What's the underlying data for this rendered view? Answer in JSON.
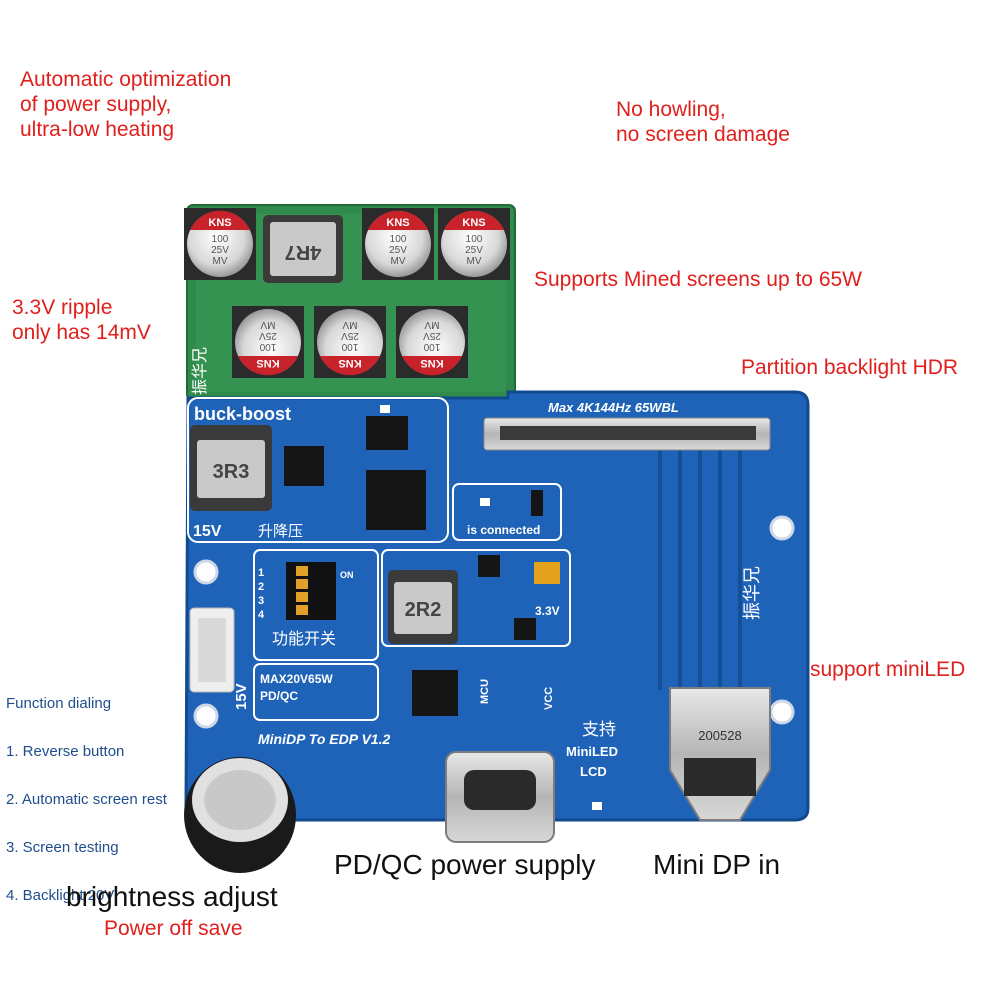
{
  "captions": {
    "auto_opt": "Automatic optimization\nof power supply,\nultra-low heating",
    "no_howling": "No howling,\nno screen damage",
    "supports_65w": "Supports Mined screens up to 65W",
    "ripple": "3.3V ripple\nonly has 14mV",
    "hdr": "Partition backlight HDR",
    "miniled": "support miniLED",
    "function_title": "Function dialing",
    "functions": [
      "1. Reverse button",
      "2. Automatic screen rest",
      "3. Screen testing",
      "4. Backlight 20V"
    ],
    "pd_qc": "PD/QC power supply",
    "mini_dp": "Mini DP in",
    "brightness": "brightness adjust",
    "power_off": "Power off save"
  },
  "board": {
    "buck_boost": "buck-boost",
    "inductor_1": "3R3",
    "v15_a": "15V",
    "sheng_jiang_ya": "升降压",
    "max_spec": "Max 4K144Hz 65WBL",
    "is_connected": "is connected",
    "dip_numbers": [
      "1",
      "2",
      "3",
      "4"
    ],
    "dip_on": "ON",
    "inductor_2": "2R2",
    "v33": "3.3V",
    "function_switch": "功能开关",
    "max20v": "MAX20V65W",
    "pd_qc": "PD/QC",
    "mcu": "MCU",
    "vcc": "VCC",
    "v15_b": "15V",
    "model": "MiniDP To EDP V1.2",
    "zhi_chi": "支持",
    "miniled": "MiniLED",
    "lcd": "LCD",
    "port_code": "200528",
    "brand": "振华兄",
    "inductor_3": "4R7",
    "cap_brand": "KNS",
    "cap_value": "100\n25V\nMV"
  },
  "colors": {
    "caption_red": "#e0201c",
    "pcb_blue": "#1f63b8",
    "pcb_green": "#2f8a4c",
    "silkscreen": "#ffffff"
  }
}
